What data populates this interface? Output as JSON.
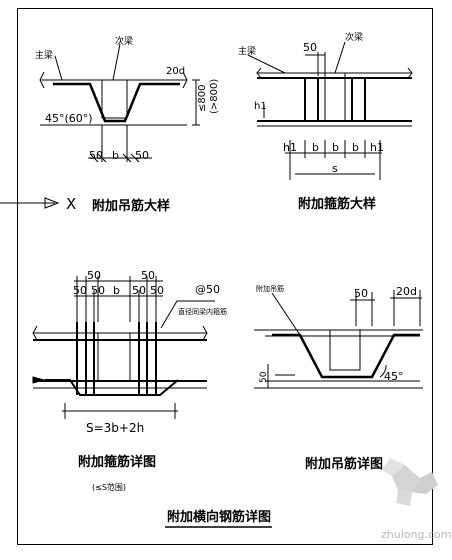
{
  "diagram_a": {
    "label_main_beam": "主梁",
    "label_secondary_beam": "次梁",
    "dim_20d": "20d",
    "dim_800_le": "≤800",
    "dim_800_gt": "(>800)",
    "angle": "45°(60°)",
    "dim_50_left": "50",
    "dim_b": "b",
    "dim_50_right": "50",
    "cross_symbol": "X",
    "caption": "附加吊筋大样"
  },
  "diagram_b": {
    "label_main_beam": "主梁",
    "label_secondary_beam": "次梁",
    "dim_50": "50",
    "dim_h1_left": "h1",
    "dims_bottom": [
      "h1",
      "b",
      "b",
      "b",
      "h1"
    ],
    "dim_s": "s",
    "caption": "附加箍筋大样"
  },
  "diagram_c": {
    "dims_top_50": [
      "50",
      "50"
    ],
    "dims_row": [
      "50",
      "50",
      "b",
      "50",
      "50"
    ],
    "spacing": "@50",
    "note": "直径同梁内箍筋",
    "dim_total": "S=3b+2h",
    "caption": "附加箍筋详图",
    "sub_caption": "(≤S范围)"
  },
  "diagram_d": {
    "note": "附加吊筋",
    "dim_50": "50",
    "dim_20d": "20d",
    "dim_left_50": "50",
    "angle": "45°",
    "caption": "附加吊筋详图"
  },
  "footer_title": "附加横向钢筋详图",
  "watermark": "zhulong.com"
}
